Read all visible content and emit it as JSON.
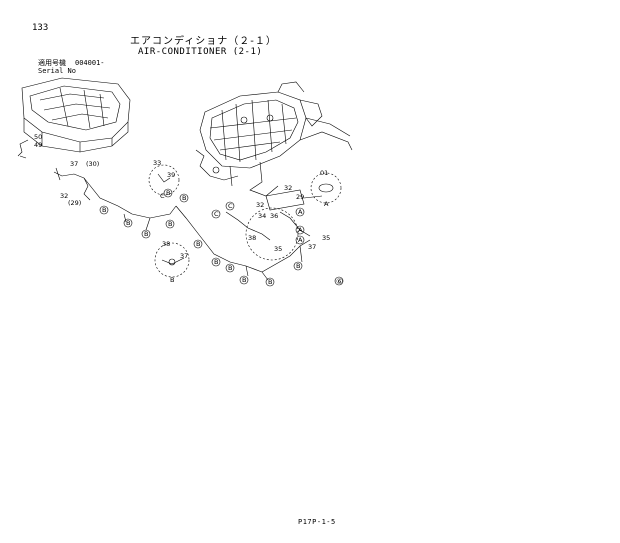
{
  "header": {
    "page_number": "133",
    "title_jp": "エアコンディショナ（２-１）",
    "title_en": "AIR-CONDITIONER (2-1)",
    "serial_label_jp": "適用号機",
    "serial_value": "004001-",
    "serial_label_en": "Serial No"
  },
  "callouts": {
    "c50": "50",
    "c49": "49",
    "c37a": "37",
    "c30a": "(30)",
    "c32a": "32",
    "c29a": "(29)",
    "c33": "33",
    "c39": "39",
    "cC1": "C",
    "c38": "38",
    "c37b": "37",
    "cB_circle": "B",
    "c01": "01",
    "cA_circle": "A",
    "c32b": "32",
    "c29b": "29",
    "c32c": "32",
    "c34": "34",
    "c36": "36",
    "c35a": "35",
    "c35b": "35",
    "c37c": "37",
    "bB1": "B",
    "bB2": "B",
    "bB3": "B",
    "bB4": "B",
    "bB5": "B",
    "bB6": "B",
    "bB7": "B",
    "bB8": "B",
    "bB9": "B",
    "bB10": "B",
    "bB11": "B",
    "bB12": "B",
    "bC1": "C",
    "bC2": "C",
    "bA1": "A",
    "bA2": "A",
    "bA3": "A",
    "corner_mark": "⑥"
  },
  "footer": {
    "code": "P17P-1-5"
  }
}
